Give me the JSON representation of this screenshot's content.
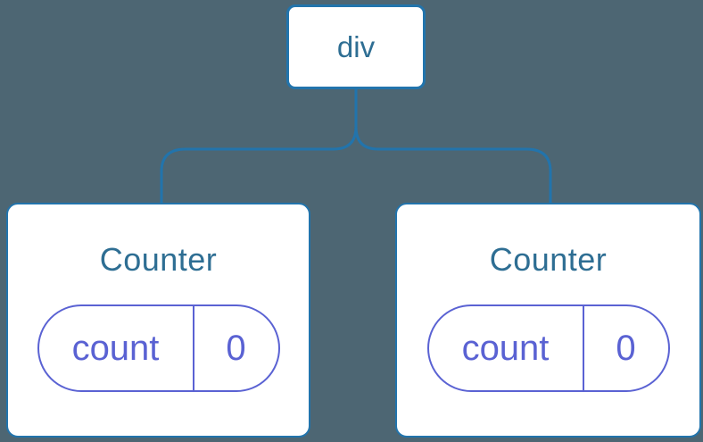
{
  "diagram": {
    "colors": {
      "background": "#4D6673",
      "connector": "#2274AC",
      "node_text": "#2E6E93",
      "state": "#5A62D3",
      "node_fill": "#FFFFFF"
    },
    "root": {
      "label": "div"
    },
    "children": [
      {
        "title": "Counter",
        "state": {
          "key": "count",
          "value": "0"
        }
      },
      {
        "title": "Counter",
        "state": {
          "key": "count",
          "value": "0"
        }
      }
    ]
  }
}
